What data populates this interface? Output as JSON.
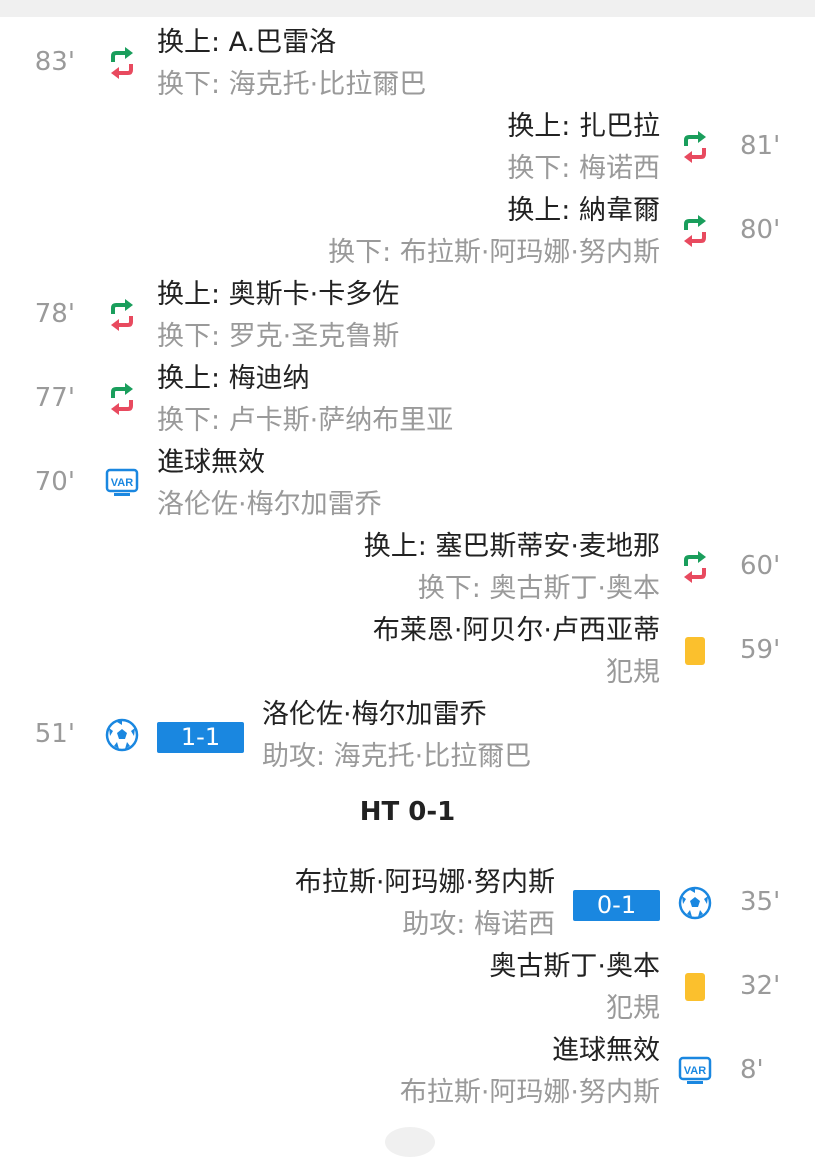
{
  "colors": {
    "accent": "#1a87e0",
    "sub_in": "#1a9e5c",
    "sub_out": "#e84a5f",
    "yellow_card": "#fbc02d"
  },
  "var_icon_label": "VAR",
  "events": [
    {
      "side": "home",
      "type": "sub",
      "minute": "83'",
      "line1": "换上: A.巴雷洛",
      "line2": "换下: 海克托·比拉爾巴"
    },
    {
      "side": "away",
      "type": "sub",
      "minute": "81'",
      "line1": "换上: 扎巴拉",
      "line2": "换下: 梅诺西"
    },
    {
      "side": "away",
      "type": "sub",
      "minute": "80'",
      "line1": "换上: 納韋爾",
      "line2": "换下: 布拉斯·阿玛娜·努内斯"
    },
    {
      "side": "home",
      "type": "sub",
      "minute": "78'",
      "line1": "换上: 奥斯卡·卡多佐",
      "line2": "换下: 罗克·圣克鲁斯"
    },
    {
      "side": "home",
      "type": "sub",
      "minute": "77'",
      "line1": "换上: 梅迪纳",
      "line2": "换下: 卢卡斯·萨纳布里亚"
    },
    {
      "side": "home",
      "type": "var",
      "minute": "70'",
      "line1": "進球無效",
      "line2": "洛伦佐·梅尔加雷乔"
    },
    {
      "side": "away",
      "type": "sub",
      "minute": "60'",
      "line1": "换上: 塞巴斯蒂安·麦地那",
      "line2": "换下: 奥古斯丁·奥本"
    },
    {
      "side": "away",
      "type": "yellow",
      "minute": "59'",
      "line1": "布莱恩·阿贝尔·卢西亚蒂",
      "line2": "犯規"
    },
    {
      "side": "home",
      "type": "goal",
      "minute": "51'",
      "score": "1-1",
      "line1": "洛伦佐·梅尔加雷乔",
      "line2": "助攻: 海克托·比拉爾巴"
    },
    {
      "type": "ht",
      "label": "HT 0-1"
    },
    {
      "side": "away",
      "type": "goal",
      "minute": "35'",
      "score": "0-1",
      "line1": "布拉斯·阿玛娜·努内斯",
      "line2": "助攻: 梅诺西"
    },
    {
      "side": "away",
      "type": "yellow",
      "minute": "32'",
      "line1": "奥古斯丁·奥本",
      "line2": "犯規"
    },
    {
      "side": "away",
      "type": "var",
      "minute": "8'",
      "line1": "進球無效",
      "line2": "布拉斯·阿玛娜·努内斯"
    }
  ]
}
